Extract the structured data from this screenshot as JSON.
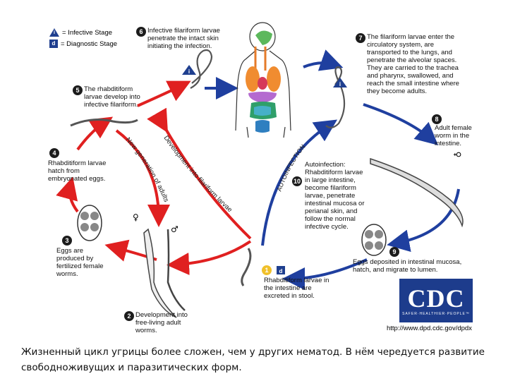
{
  "legend": {
    "infective_mark": "i",
    "infective_label": "= Infective Stage",
    "diagnostic_mark": "d",
    "diagnostic_label": "= Diagnostic Stage"
  },
  "steps": [
    {
      "num": "1",
      "text": "Rhabditiform larvae in the intestine are excreted in stool."
    },
    {
      "num": "2",
      "text": "Development into free-living adult worms."
    },
    {
      "num": "3",
      "text": "Eggs are produced by fertilized female worms."
    },
    {
      "num": "4",
      "text": "Rhabditiform larvae hatch from embryonated eggs."
    },
    {
      "num": "5",
      "text": "The rhabditiform larvae develop into infective filariform."
    },
    {
      "num": "6",
      "text": "Infective filariform larvae penetrate the intact skin initiating the infection."
    },
    {
      "num": "7",
      "text": "The filariform larvae enter the circulatory system, are transported to the lungs, and penetrate the alveolar spaces. They are carried to the trachea and pharynx, swallowed, and reach the small intestine where they become adults."
    },
    {
      "num": "8",
      "text": "Adult female worm in the intestine."
    },
    {
      "num": "9",
      "text": "Eggs deposited in intestinal mucosa, hatch, and migrate to lumen."
    },
    {
      "num": "10",
      "text": "Autoinfection: Rhabditiform larvae in large intestine, become filariform larvae, penetrate intestinal mucosa or perianal skin, and follow the normal infective cycle."
    }
  ],
  "arc_labels": {
    "development": "Development into filariform larvae",
    "new_generation": "New generation of adults",
    "autoinfection": "AUTOINFECTION"
  },
  "symbols": {
    "female": "♀",
    "male": "♂"
  },
  "cdc": {
    "logo": "CDC",
    "tagline": "SAFER·HEALTHIER·PEOPLE™",
    "url": "http://www.dpd.cdc.gov/dpdx"
  },
  "caption": "Жизненный цикл угрицы более сложен, чем у других нематод. В нём чередуется развитие свободноживущих и паразитических форм.",
  "colors": {
    "free_living_arrows": "#e02020",
    "parasitic_arrows": "#1f3f9f",
    "logo_blue": "#1d3c8c"
  }
}
